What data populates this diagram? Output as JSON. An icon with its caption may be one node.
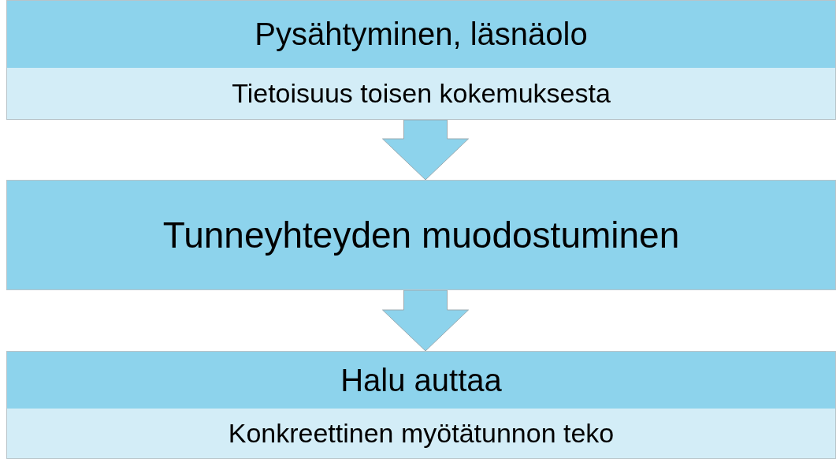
{
  "diagram": {
    "nodes": [
      {
        "text": [
          "Pysähtyminen, läsnäolo",
          "Tietoisuus toisen kokemuksesta"
        ]
      },
      {
        "text": [
          "Tunneyhteyden muodostuminen"
        ]
      },
      {
        "text": [
          "Halu auttaa",
          "Konkreettinen myötätunnon teko"
        ]
      }
    ],
    "edges": [
      {
        "from": 0,
        "to": 1,
        "arrow": "to"
      },
      {
        "from": 1,
        "to": 2,
        "arrow": "to"
      }
    ]
  }
}
